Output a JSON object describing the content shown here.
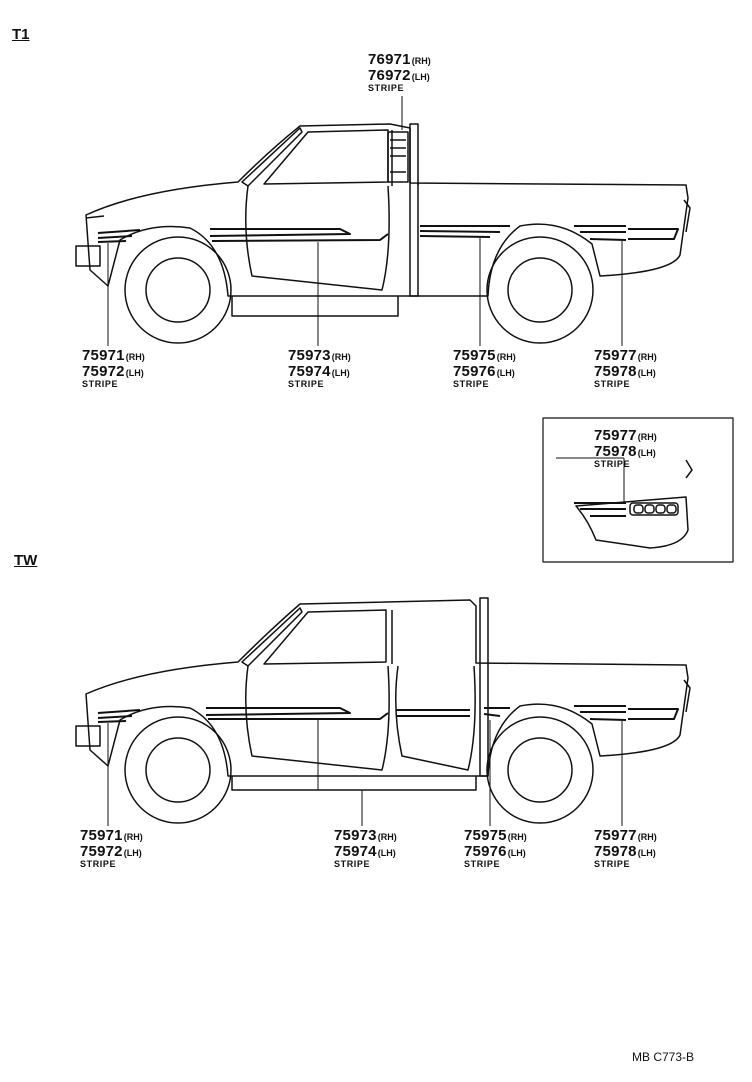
{
  "sections": [
    {
      "id": "t1",
      "title": "T1"
    },
    {
      "id": "tw",
      "title": "TW"
    }
  ],
  "callouts": {
    "t1_roof": {
      "rh": "76971",
      "lh": "76972",
      "name": "STRIPE"
    },
    "t1_front": {
      "rh": "75971",
      "lh": "75972",
      "name": "STRIPE"
    },
    "t1_door": {
      "rh": "75973",
      "lh": "75974",
      "name": "STRIPE"
    },
    "t1_bed": {
      "rh": "75975",
      "lh": "75976",
      "name": "STRIPE"
    },
    "t1_rear": {
      "rh": "75977",
      "lh": "75978",
      "name": "STRIPE"
    },
    "detail": {
      "rh": "75977",
      "lh": "75978",
      "name": "STRIPE"
    },
    "tw_front": {
      "rh": "75971",
      "lh": "75972",
      "name": "STRIPE"
    },
    "tw_door": {
      "rh": "75973",
      "lh": "75974",
      "name": "STRIPE"
    },
    "tw_bed": {
      "rh": "75975",
      "lh": "75976",
      "name": "STRIPE"
    },
    "tw_rear": {
      "rh": "75977",
      "lh": "75978",
      "name": "STRIPE"
    }
  },
  "side_labels": {
    "rh": "(RH)",
    "lh": "(LH)"
  },
  "drawing_code": "MB C773-B"
}
